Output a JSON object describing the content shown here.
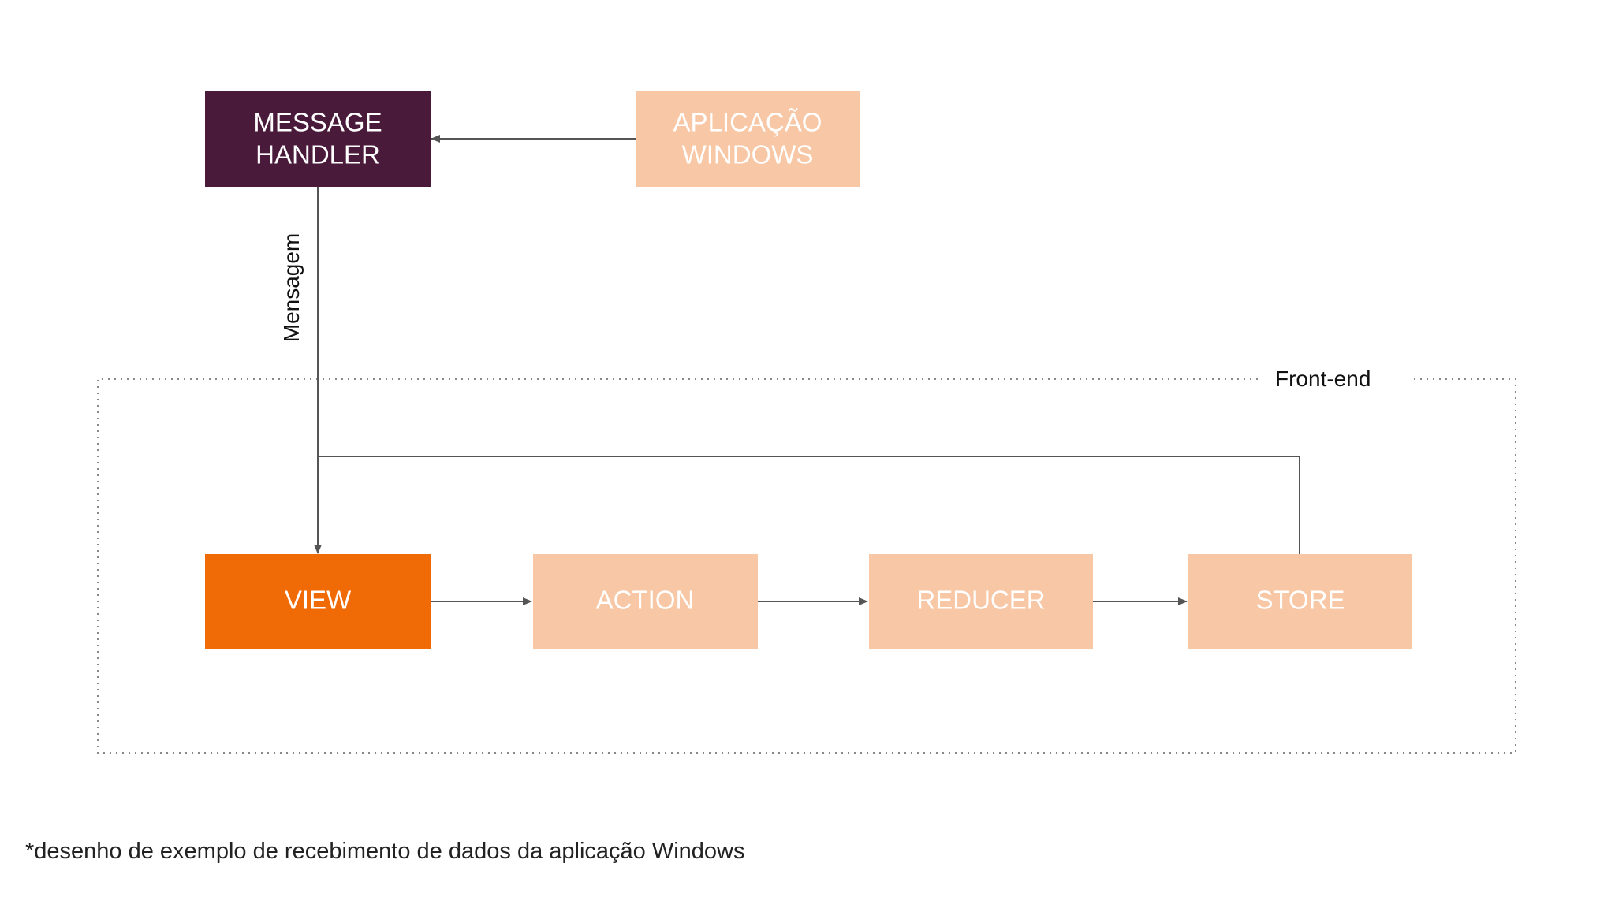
{
  "colors": {
    "message_handler_fill": "#4a1a3b",
    "message_handler_text": "#ffffff",
    "view_fill": "#f06a06",
    "view_text": "#ffffff",
    "light_fill": "#f8c8a6",
    "light_text": "#ffffff",
    "edge": "#555555",
    "group_border": "#888888"
  },
  "nodes": {
    "message_handler": {
      "line1": "MESSAGE",
      "line2": "HANDLER"
    },
    "aplicacao_windows": {
      "line1": "APLICAÇÃO",
      "line2": "WINDOWS"
    },
    "view": {
      "label": "VIEW"
    },
    "action": {
      "label": "ACTION"
    },
    "reducer": {
      "label": "REDUCER"
    },
    "store": {
      "label": "STORE"
    }
  },
  "edges": {
    "mensagem_label": "Mensagem"
  },
  "group": {
    "label": "Front-end"
  },
  "footnote": "*desenho de exemplo de recebimento de dados da aplicação Windows"
}
